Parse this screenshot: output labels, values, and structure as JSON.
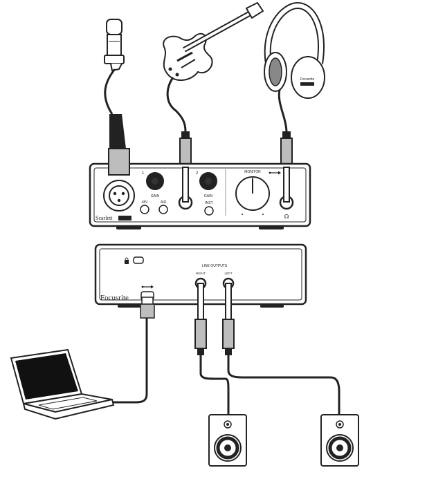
{
  "front_panel": {
    "input1_number": "1",
    "input2_number": "2",
    "gain1_label": "GAIN",
    "gain2_label": "GAIN",
    "btn_48v_label": "48V",
    "btn_air_label": "AIR",
    "btn_inst_label": "INST",
    "monitor_label": "MONITOR",
    "brand_label": "Scarlett",
    "headphone_glyph": "☊"
  },
  "rear_panel": {
    "brand_label": "Focusrite",
    "line_outputs_label": "LINE OUTPUTS",
    "right_label": "RIGHT",
    "left_label": "LEFT"
  },
  "headphones": {
    "brand_label": "Focusrite"
  },
  "colors": {
    "line": "#222222",
    "panel": "#ffffff",
    "plug_gray": "#bdbdbd",
    "laptop_screen": "#111111"
  }
}
